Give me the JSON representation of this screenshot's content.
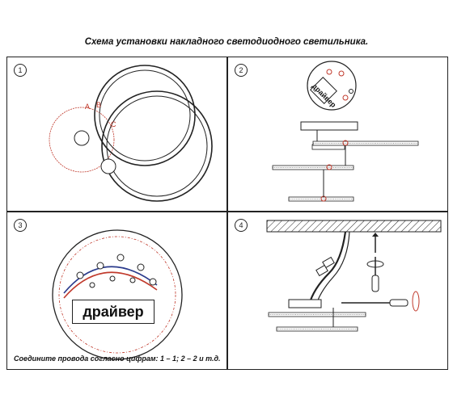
{
  "title": "Схема установки накладного светодиодного светильника.",
  "panels": [
    {
      "number": "1",
      "labels": [
        "A",
        "B",
        "C"
      ]
    },
    {
      "number": "2",
      "driver_label": "драйвер"
    },
    {
      "number": "3",
      "driver_label": "драйвер",
      "caption": "Соедините провода согласно цифрам: 1 – 1; 2 – 2 и т.д."
    },
    {
      "number": "4"
    }
  ],
  "colors": {
    "wire_red": "#c0392b",
    "wire_blue": "#2a3a8c",
    "line": "#222222"
  }
}
